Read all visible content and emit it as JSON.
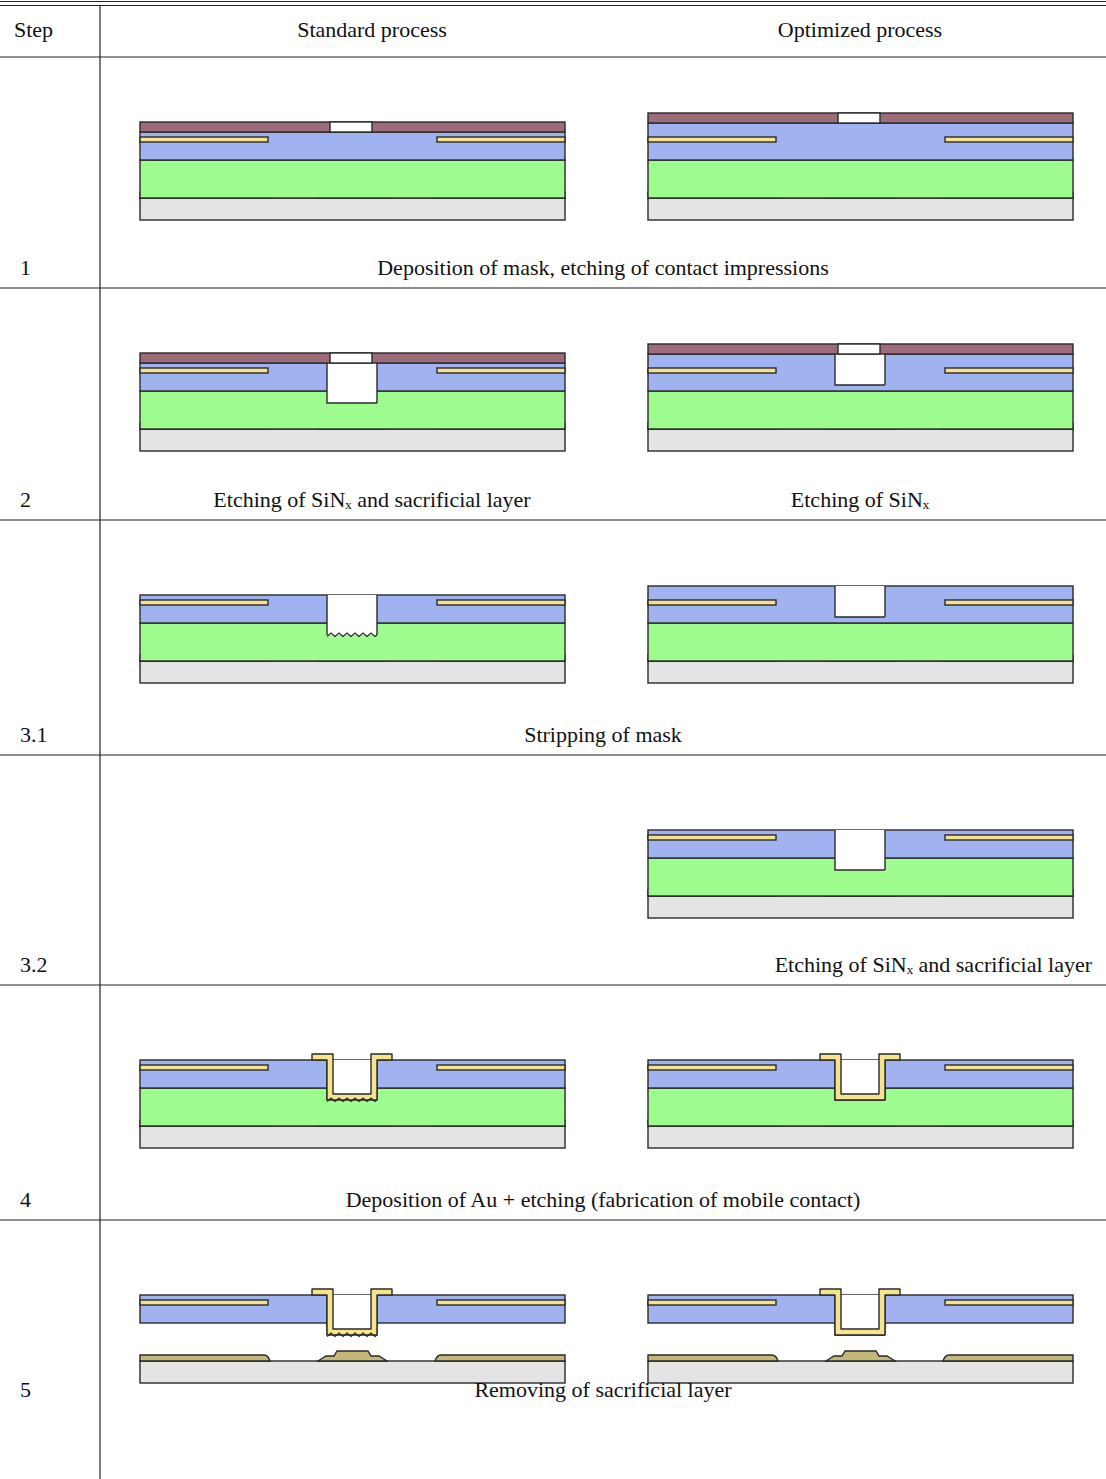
{
  "diagram": {
    "labels": [
      "Step",
      "Standard process",
      "Optimized process",
      "1",
      "Deposition of mask, etching of contact impressions",
      "2",
      "Etching of SiNₓ and sacrificial layer",
      "Etching of SiNₓ",
      "3.1",
      "Stripping of mask",
      "3.2",
      "Etching of SiNₓ and sacrificial layer",
      "4",
      "Deposition of Au + etching (fabrication of mobile contact)",
      "5",
      "Removing of sacrificial layer"
    ]
  }
}
